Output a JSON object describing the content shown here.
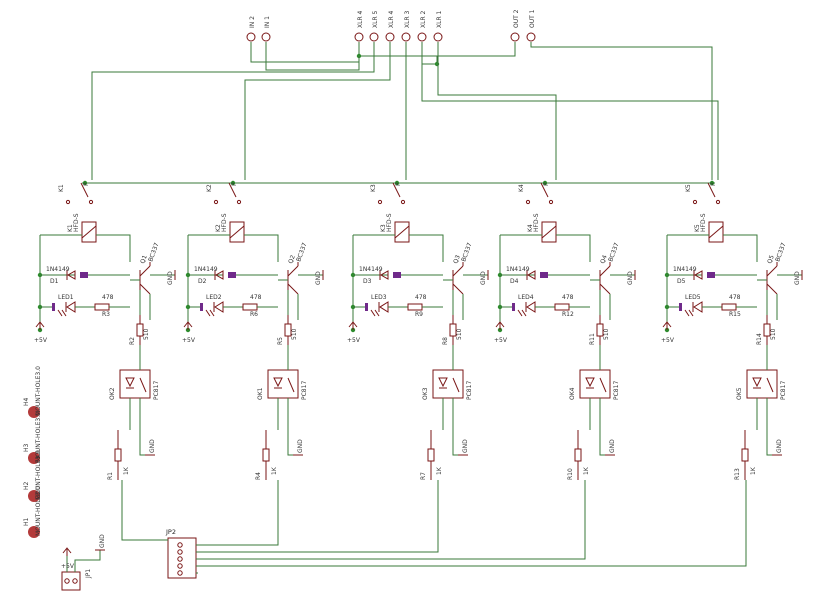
{
  "connectors": {
    "top": [
      "IN 2",
      "IN 1",
      "XLR 4",
      "XLR 5",
      "XLR 4",
      "XLR 3",
      "XLR 2",
      "XLR 1",
      "OUT 2",
      "OUT 1"
    ],
    "jp2": "JP2",
    "jp1": "JP1"
  },
  "channels": [
    {
      "relay": "K1",
      "relay_type": "HFD-S",
      "relay_pin": "P",
      "diode": "1N4149",
      "diode_ref": "D1",
      "led": "LED1",
      "led_r": "478",
      "led_rref": "R3",
      "transistor": "Q1",
      "transistor_type": "BC337",
      "series_r": "R2",
      "series_val": "510",
      "opto": "OK2",
      "opto_type": "PC817",
      "input_r": "R1",
      "input_val": "1K"
    },
    {
      "relay": "K2",
      "relay_type": "HFD-S",
      "relay_pin": "P",
      "diode": "1N4149",
      "diode_ref": "D2",
      "led": "LED2",
      "led_r": "478",
      "led_rref": "R6",
      "transistor": "Q2",
      "transistor_type": "BC337",
      "series_r": "R5",
      "series_val": "510",
      "opto": "OK1",
      "opto_type": "PC817",
      "input_r": "R4",
      "input_val": "1K"
    },
    {
      "relay": "K3",
      "relay_type": "HFD-S",
      "relay_pin": "P",
      "diode": "1N4149",
      "diode_ref": "D3",
      "led": "LED3",
      "led_r": "478",
      "led_rref": "R9",
      "transistor": "Q3",
      "transistor_type": "BC337",
      "series_r": "R8",
      "series_val": "510",
      "opto": "OK3",
      "opto_type": "PC817",
      "input_r": "R7",
      "input_val": "1K"
    },
    {
      "relay": "K4",
      "relay_type": "HFD-S",
      "relay_pin": "P",
      "diode": "1N4149",
      "diode_ref": "D4",
      "led": "LED4",
      "led_r": "478",
      "led_rref": "R12",
      "transistor": "Q4",
      "transistor_type": "BC337",
      "series_r": "R11",
      "series_val": "510",
      "opto": "OK4",
      "opto_type": "PC817",
      "input_r": "R10",
      "input_val": "1K"
    },
    {
      "relay": "K5",
      "relay_type": "HFD-S",
      "relay_pin": "P",
      "diode": "1N4149",
      "diode_ref": "D5",
      "led": "LED5",
      "led_r": "478",
      "led_rref": "R15",
      "transistor": "Q5",
      "transistor_type": "BC337",
      "series_r": "R14",
      "series_val": "510",
      "opto": "OK5",
      "opto_type": "PC817",
      "input_r": "R13",
      "input_val": "1K"
    }
  ],
  "nets": {
    "vcc": "+5V",
    "gnd": "GND"
  },
  "mounting_holes": [
    {
      "ref": "H4",
      "label": "MOUNT-HOLE3.0"
    },
    {
      "ref": "H3",
      "label": "MOUNT-HOLE3.0"
    },
    {
      "ref": "H2",
      "label": "MOUNT-HOLE3.0"
    },
    {
      "ref": "H1",
      "label": "MOUNT-HOLE3.0"
    }
  ],
  "colors": {
    "wire": "#3a7a3a",
    "part": "#7a1616",
    "junction": "#2e8b2e",
    "capacitor": "#6f2a8a",
    "hole": "#b33a3a"
  }
}
